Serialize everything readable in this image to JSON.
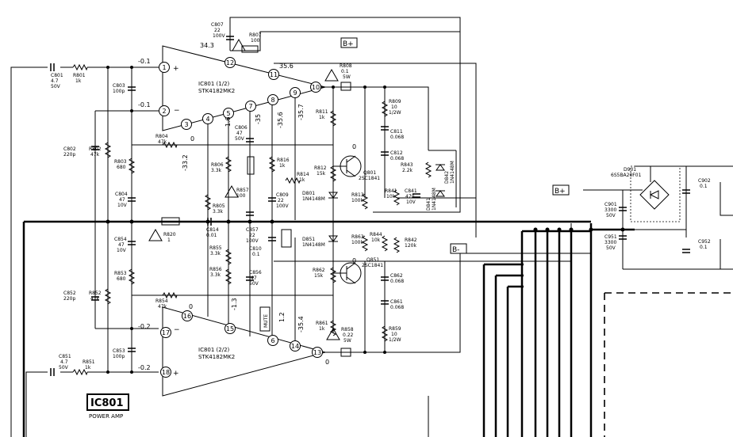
{
  "block": {
    "ref": "IC801",
    "caption": "POWER AMP"
  },
  "ic_top": {
    "ref": "IC801 (1/2)",
    "part": "STK4182MK2"
  },
  "ic_bottom": {
    "ref": "IC801 (2/2)",
    "part": "STK4182MK2"
  },
  "rails": {
    "pos": "B+",
    "neg": "B-"
  },
  "pins_top": [
    "1",
    "2",
    "3",
    "4",
    "5",
    "7",
    "8",
    "9",
    "10",
    "11",
    "12"
  ],
  "pins_bottom": [
    "13",
    "14",
    "6",
    "15",
    "16",
    "17",
    "18"
  ],
  "voltages": {
    "in_top1": "-0.1",
    "in_top2": "-0.1",
    "p12": "34.3",
    "p11": "35.6",
    "p3": "0",
    "p4": "-33.2",
    "p5": "-1.6",
    "p7": "-35",
    "p8": "-35.6",
    "p9": "-35.7",
    "q801_e": "0",
    "in_bot17": "-0.2",
    "in_bot18": "-0.2",
    "p16": "0",
    "p15": "-1.3",
    "p6": "1.2",
    "p14": "-35.4",
    "p13": "0",
    "q851_e": "0"
  },
  "labels": {
    "c801": [
      "C801",
      "4.7",
      "50V"
    ],
    "r801": [
      "R801",
      "1k"
    ],
    "c803": [
      "C803",
      "100p"
    ],
    "c802": [
      "C802",
      "220p"
    ],
    "r802": [
      "R802",
      "47k"
    ],
    "r803": [
      "R803",
      "680"
    ],
    "c804": [
      "C804",
      "47",
      "10V"
    ],
    "r804": [
      "R804",
      "47k"
    ],
    "r806": [
      "R806",
      "3.3k"
    ],
    "c806": [
      "C806",
      "47",
      "50V"
    ],
    "r857": [
      "R857",
      "100"
    ],
    "r805": [
      "R805",
      "3.3k"
    ],
    "r816": [
      "R816",
      "1k"
    ],
    "r814": [
      "R814",
      "1k"
    ],
    "c809": [
      "C809",
      "22",
      "100V"
    ],
    "c807": [
      "C807",
      "22",
      "100V"
    ],
    "r807": [
      "R807",
      "100"
    ],
    "r808": [
      "R808",
      "0.1",
      "5W"
    ],
    "r811": [
      "R811",
      "1k"
    ],
    "r809": [
      "R809",
      "10",
      "1/2W"
    ],
    "c811": [
      "C811",
      "0.068"
    ],
    "c812": [
      "C812",
      "0.068"
    ],
    "r812": [
      "R812",
      "15k"
    ],
    "q801": [
      "Q801",
      "2SC1841"
    ],
    "d801": [
      "D801",
      "1N4148M"
    ],
    "r813": [
      "R813",
      "100k"
    ],
    "r843": [
      "R843",
      "2.2k"
    ],
    "d842": [
      "D842",
      "1N4148M"
    ],
    "d841": [
      "D841",
      "1N4148M"
    ],
    "r841": [
      "R841",
      "10k"
    ],
    "c841": [
      "C841",
      "470",
      "10V"
    ],
    "c814": [
      "C814",
      "0.01"
    ],
    "c857": [
      "C857",
      "22",
      "100V"
    ],
    "r820": [
      "R820",
      "1"
    ],
    "c854": [
      "C854",
      "47",
      "10V"
    ],
    "r855": [
      "R855",
      "3.3k"
    ],
    "c810": [
      "C810",
      "0.1"
    ],
    "r856": [
      "R856",
      "3.3k"
    ],
    "c856": [
      "C856",
      "47",
      "50V"
    ],
    "d851": [
      "D851",
      "1N4148M"
    ],
    "r863": [
      "R863",
      "100k"
    ],
    "r844": [
      "R844",
      "10k"
    ],
    "r842": [
      "R842",
      "120k"
    ],
    "r862": [
      "R862",
      "15k"
    ],
    "q851": [
      "Q851",
      "2SC1841"
    ],
    "c862": [
      "C862",
      "0.068"
    ],
    "c861": [
      "C861",
      "0.068"
    ],
    "r853": [
      "R853",
      "680"
    ],
    "c852": [
      "C852",
      "220p"
    ],
    "r852": [
      "R852",
      "47k"
    ],
    "r854": [
      "R854",
      "47k"
    ],
    "r861": [
      "R861",
      "1k"
    ],
    "r858": [
      "R858",
      "0.22",
      "5W"
    ],
    "r859": [
      "R859",
      "10",
      "1/2W"
    ],
    "c853": [
      "C853",
      "100p"
    ],
    "c851": [
      "C851",
      "4.7",
      "50V"
    ],
    "r851": [
      "R851",
      "1k"
    ],
    "d901": [
      "D901",
      "6S5BA20F01"
    ],
    "c902": [
      "C902",
      "0.1"
    ],
    "c901": [
      "C901",
      "3300",
      "50V"
    ],
    "c951": [
      "C951",
      "3300",
      "50V"
    ],
    "c952": [
      "C952",
      "0.1"
    ],
    "mute": "MUTE"
  }
}
